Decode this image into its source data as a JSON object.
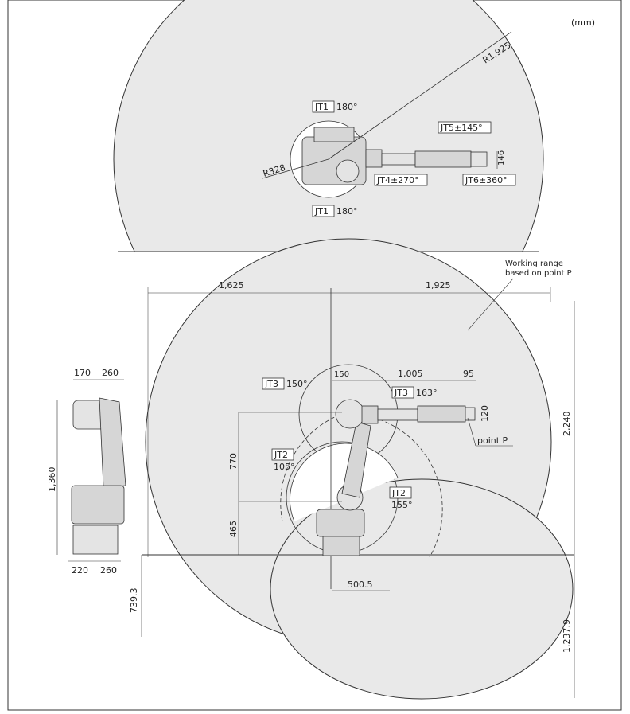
{
  "unit_label": "(mm)",
  "top_view": {
    "radius_outer": "R1,925",
    "radius_inner": "R328",
    "jt1_label": "JT1",
    "jt1_top_angle": "180°",
    "jt1_bottom_angle": "180°",
    "jt4": "JT4±270°",
    "jt5": "JT5±145°",
    "jt6": "JT6±360°",
    "wrist_dim": "146"
  },
  "side_view": {
    "working_range_line1": "Working range",
    "working_range_line2": "based on point P",
    "dim_left_top": "1,625",
    "dim_right_top": "1,925",
    "dim_150": "150",
    "dim_1005": "1,005",
    "dim_95": "95",
    "dim_120": "120",
    "dim_2240": "2,240",
    "dim_770": "770",
    "dim_465": "465",
    "dim_739": "739.3",
    "dim_1237": "1,237.9",
    "dim_500": "500.5",
    "jt3_label": "JT3",
    "jt3_left_angle": "150°",
    "jt3_right_angle": "163°",
    "jt2_label": "JT2",
    "jt2_left_angle": "105°",
    "jt2_right_angle": "155°",
    "point_p": "point P"
  },
  "front_view": {
    "dim_170": "170",
    "dim_260_top": "260",
    "dim_1360": "1,360",
    "dim_220": "220",
    "dim_260_bottom": "260"
  },
  "colors": {
    "range_fill": "#e9e9e9",
    "line": "#333333",
    "robot_fill": "#d0d0d0"
  }
}
